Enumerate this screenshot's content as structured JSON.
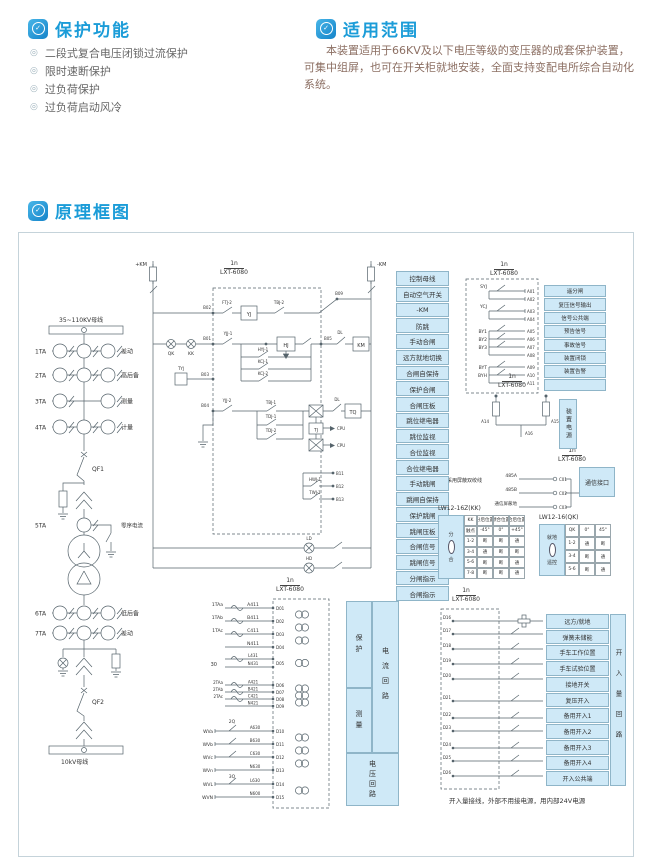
{
  "header": {
    "protection": {
      "title": "保护功能",
      "items": [
        "二段式复合电压闭锁过流保护",
        "限时速断保护",
        "过负荷保护",
        "过负荷启动风冷"
      ]
    },
    "scope": {
      "title": "适用范围",
      "text": "本装置适用于66KV及以下电压等级的变压器的成套保护装置，可集中组屏，也可在开关柜就地安装，全面支持变配电所综合自动化系统。"
    },
    "diagram_title": "原理框图"
  },
  "icons": {
    "badge": "✓",
    "bullet": "◎"
  },
  "diagram": {
    "device": {
      "n": "1n",
      "model": "LXT-6080"
    },
    "primary": {
      "bus_top": "35~110KV母线",
      "bus_bottom": "10kV母线",
      "qf1": "QF1",
      "qf2": "QF2",
      "ta5": "5TA",
      "zero_seq": "零序电流",
      "ct_rows": [
        {
          "id": "1TA",
          "use": "差动"
        },
        {
          "id": "2TA",
          "use": "高后备"
        },
        {
          "id": "3TA",
          "use": "测量"
        },
        {
          "id": "4TA",
          "use": "计量"
        }
      ],
      "ct_rows2": [
        {
          "id": "6TA",
          "use": "低后备"
        },
        {
          "id": "7TA",
          "use": "差动"
        }
      ]
    },
    "circuit": {
      "pos": "+KM",
      "neg": "-KM",
      "qk": "QK",
      "kk": "KK",
      "b01": "B01",
      "b02": "B02",
      "b03": "B03",
      "b04": "B04",
      "b05": "B05",
      "b09": "B09",
      "b11": "B11",
      "b12": "B12",
      "b13": "B13",
      "yjj1": "YJJ-1",
      "yjj2": "YJJ-2",
      "ftj2": "FTJ-2",
      "tbj2": "TBJ-2",
      "yj": "YJ",
      "hj": "HJ",
      "dl": "DL",
      "km": "KM",
      "hyj1": "HYJ-1",
      "kcj1": "KCJ-1",
      "kcj2": "KCJ-2",
      "tyj": "TYJ",
      "tbj1": "TBJ-1",
      "tdj1": "TDJ-1",
      "tdj2": "TDJ-2",
      "tj": "TJ",
      "tq": "TQ",
      "hwj1": "HWJ-1",
      "twj1": "TWJ-1",
      "ld": "LD",
      "hd": "HD",
      "cpu": "CPU"
    },
    "functions": [
      "控制母线",
      "自动空气开关",
      "-KM",
      "防跳",
      "手动合闸",
      "远方就地切换",
      "合闸自保持",
      "保护合闸",
      "合闸压板",
      "跳位继电器",
      "跳位监视",
      "合位监视",
      "合位继电器",
      "手动跳闸",
      "跳闸自保持",
      "保护跳闸",
      "跳闸压板",
      "合闸信号",
      "跳闸信号",
      "分闸指示",
      "合闸指示"
    ],
    "signal": {
      "contacts": [
        "SYJ",
        "YCJ",
        "BY1",
        "BY2",
        "BY3",
        "BYT",
        "BYH"
      ],
      "terminals": [
        "A01",
        "A02",
        "A03",
        "A04",
        "A05",
        "A06",
        "A07",
        "A08",
        "A09",
        "A10",
        "A11"
      ],
      "labels": [
        "遥分闸",
        "复压信号输出",
        "信号公共端",
        "预告信号",
        "事故信号",
        "装置闭锁",
        "装置告警"
      ]
    },
    "power": {
      "label": "装置电源",
      "terminals": [
        "A14",
        "A15",
        "A16"
      ]
    },
    "comm": {
      "note": "采用屏蔽双绞线",
      "lines": [
        "485A",
        "485B",
        "通信屏蔽地"
      ],
      "terminals": [
        "C01",
        "C02",
        "C03"
      ],
      "box": "通信接口"
    },
    "kk": {
      "title": "LW12-16Z(KK)",
      "handle1": "分",
      "handle2": "合",
      "rows": [
        [
          "KK",
          "分后位置",
          "预合位置",
          "合后位置"
        ],
        [
          "触点",
          "-45°",
          "0°",
          "+45°"
        ],
        [
          "1-2",
          "断",
          "断",
          "通"
        ],
        [
          "3-4",
          "通",
          "断",
          "断"
        ],
        [
          "5-6",
          "断",
          "断",
          "通"
        ],
        [
          "7-8",
          "断",
          "断",
          "通"
        ]
      ]
    },
    "qk": {
      "title": "LW12-16(QK)",
      "handle1": "就地",
      "handle2": "遥控",
      "rows": [
        [
          "QK",
          "0°",
          "45°"
        ],
        [
          "1-2",
          "通",
          "断"
        ],
        [
          "3-4",
          "断",
          "通"
        ],
        [
          "5-6",
          "断",
          "通"
        ]
      ]
    },
    "analog": {
      "protect_label": "保护",
      "measure_label": "测量",
      "current_label": "电流回路",
      "voltage_label": "电压回路",
      "protect": [
        {
          "ct": "1TAa",
          "wire": "A411",
          "term": "D01"
        },
        {
          "ct": "1TAb",
          "wire": "B411",
          "term": "D02"
        },
        {
          "ct": "1TAc",
          "wire": "C411",
          "term": "D03"
        },
        {
          "ct": "",
          "wire": "N411",
          "term": "D04"
        }
      ],
      "zero": {
        "label": "30",
        "wire1": "L431",
        "wire2": "N431",
        "term": "D05"
      },
      "measure": [
        {
          "ct": "2TAa",
          "wire": "A421",
          "term": "D06"
        },
        {
          "ct": "2TAb",
          "wire": "B421",
          "term": "D07"
        },
        {
          "ct": "2TAc",
          "wire": "C421",
          "term": "D08"
        },
        {
          "ct": "",
          "wire": "N421",
          "term": "D09"
        }
      ],
      "voltage": [
        {
          "src": "WVa",
          "sw": "2Q",
          "wire": "A630",
          "term": "D10"
        },
        {
          "src": "WVb",
          "wire": "B630",
          "term": "D11"
        },
        {
          "src": "WVc",
          "wire": "C630",
          "term": "D12"
        },
        {
          "src": "WVn",
          "wire": "N630",
          "term": "D13"
        },
        {
          "src": "WVL",
          "sw": "3Q",
          "wire": "L630",
          "term": "D14"
        },
        {
          "src": "WVN",
          "wire": "N600",
          "term": "D15"
        }
      ]
    },
    "binary": {
      "vertical": "开入量回路",
      "note": "开入量接线，外部不用接电源，用内部24V电源",
      "terminals": [
        "D16",
        "D17",
        "D18",
        "D19",
        "D20",
        "D21",
        "D22",
        "D23",
        "D24",
        "D25",
        "D26"
      ],
      "labels": [
        "远方/就地",
        "弹簧未储能",
        "手车工作位置",
        "手车试验位置",
        "接地开关",
        "复压开入",
        "备用开入1",
        "备用开入2",
        "备用开入3",
        "备用开入4",
        "开入公共端"
      ]
    }
  }
}
